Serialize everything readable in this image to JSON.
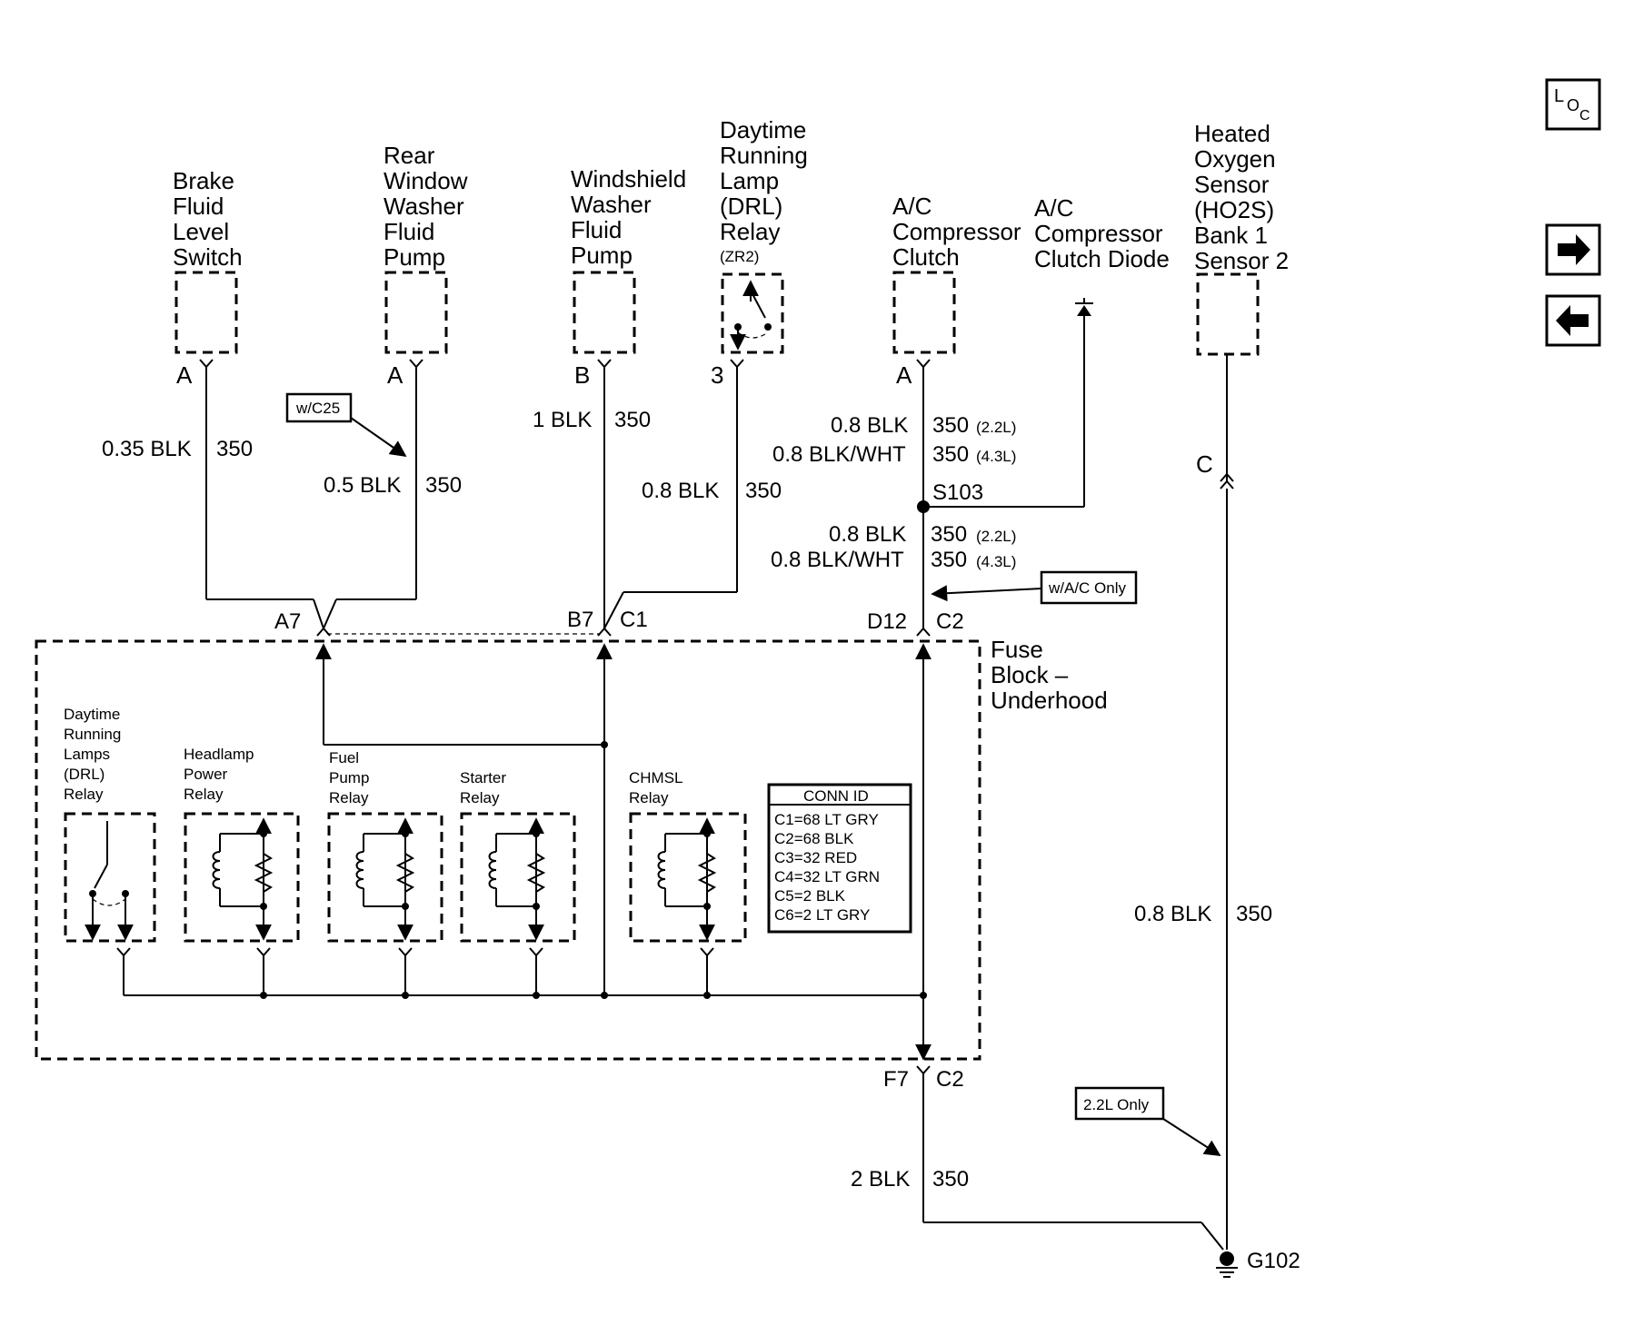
{
  "components": {
    "brake_fluid": [
      "Brake",
      "Fluid",
      "Level",
      "Switch"
    ],
    "rear_washer": [
      "Rear",
      "Window",
      "Washer",
      "Fluid",
      "Pump"
    ],
    "ws_washer": [
      "Windshield",
      "Washer",
      "Fluid",
      "Pump"
    ],
    "drl_relay_top": [
      "Daytime",
      "Running",
      "Lamp",
      "(DRL)",
      "Relay"
    ],
    "drl_relay_top_option": "(ZR2)",
    "ac_clutch": [
      "A/C",
      "Compressor",
      "Clutch"
    ],
    "ac_diode": [
      "A/C",
      "Compressor",
      "Clutch Diode"
    ],
    "ho2s": [
      "Heated",
      "Oxygen",
      "Sensor",
      "(HO2S)",
      "Bank 1",
      "Sensor 2"
    ],
    "fuse_block": [
      "Fuse",
      "Block –",
      "Underhood"
    ],
    "drl_relay": [
      "Daytime",
      "Running",
      "Lamps",
      "(DRL)",
      "Relay"
    ],
    "headlamp_relay": [
      "Headlamp",
      "Power",
      "Relay"
    ],
    "fuel_pump_relay": [
      "Fuel",
      "Pump",
      "Relay"
    ],
    "starter_relay": [
      "Starter",
      "Relay"
    ],
    "chmsl_relay": [
      "CHMSL",
      "Relay"
    ]
  },
  "pins": {
    "brake": "A",
    "rear": "A",
    "ws": "B",
    "drl": "3",
    "ac": "A",
    "ho2s": "C",
    "a7": "A7",
    "b7": "B7",
    "c1": "C1",
    "d12": "D12",
    "c2_top": "C2",
    "f7": "F7",
    "c2_bottom": "C2"
  },
  "wires": {
    "brake_size": "0.35 BLK",
    "brake_ckt": "350",
    "rear_size": "0.5 BLK",
    "rear_ckt": "350",
    "ws_size": "1 BLK",
    "ws_ckt": "350",
    "drl_size": "0.8 BLK",
    "drl_ckt": "350",
    "ac_top_1_size": "0.8 BLK",
    "ac_top_1_ckt": "350",
    "ac_top_1_note": "(2.2L)",
    "ac_top_2_size": "0.8 BLK/WHT",
    "ac_top_2_ckt": "350",
    "ac_top_2_note": "(4.3L)",
    "ac_bot_1_size": "0.8 BLK",
    "ac_bot_1_ckt": "350",
    "ac_bot_1_note": "(2.2L)",
    "ac_bot_2_size": "0.8 BLK/WHT",
    "ac_bot_2_ckt": "350",
    "ac_bot_2_note": "(4.3L)",
    "ho2s_size": "0.8 BLK",
    "ho2s_ckt": "350",
    "ground_size": "2 BLK",
    "ground_ckt": "350"
  },
  "splice": "S103",
  "ground": "G102",
  "callouts": {
    "wc25": "w/C25",
    "wac": "w/A/C Only",
    "l22": "2.2L Only"
  },
  "conn_id": {
    "title": "CONN ID",
    "rows": [
      "C1=68 LT GRY",
      "C2=68 BLK",
      "C3=32 RED",
      "C4=32 LT GRN",
      "C5=2 BLK",
      "C6=2 LT GRY"
    ]
  },
  "nav": {
    "loc_L": "L",
    "loc_O": "O",
    "loc_C": "C"
  }
}
